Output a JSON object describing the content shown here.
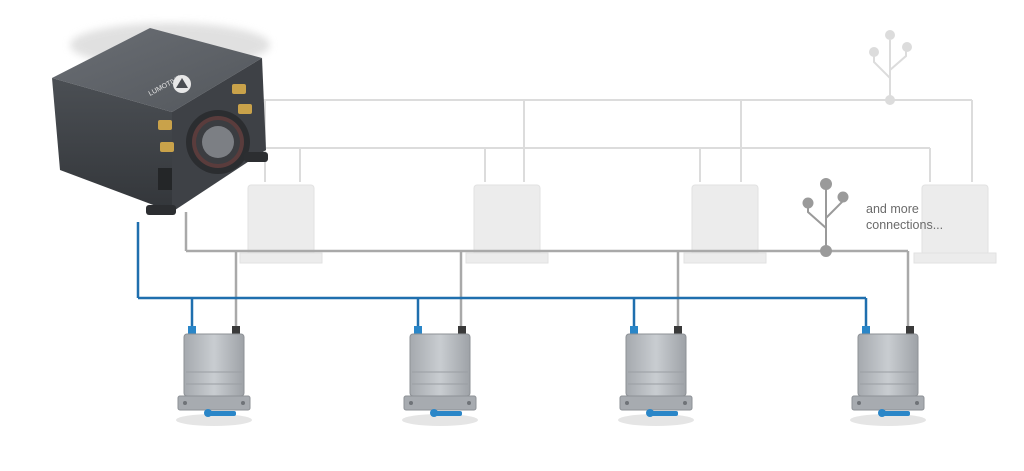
{
  "caption": {
    "line1": "and more",
    "line2": "connections..."
  },
  "hub_device": {
    "brand_mark": "LUMOTIVE"
  },
  "colors": {
    "blue_bus": "#1f6fae",
    "gray_bus": "#a9a9a9",
    "faded": "#dadada",
    "hub_body": "#4a4d52",
    "node_body": "#b9bdc2",
    "connector_gold": "#c9a24a",
    "valve_blue": "#2a86c8"
  },
  "icons": {
    "hub": "processing-unit-icon",
    "node": "sensor-module-icon",
    "branch": "usb-branch-icon"
  },
  "nodes": [
    {
      "name": "sensor-node-1"
    },
    {
      "name": "sensor-node-2"
    },
    {
      "name": "sensor-node-3"
    },
    {
      "name": "sensor-node-4"
    }
  ],
  "faded_nodes": [
    {
      "name": "faded-node-1"
    },
    {
      "name": "faded-node-2"
    },
    {
      "name": "faded-node-3"
    },
    {
      "name": "faded-node-4"
    }
  ]
}
